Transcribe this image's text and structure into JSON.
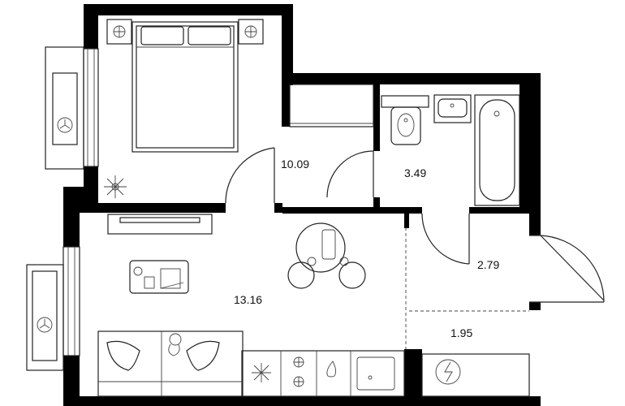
{
  "plan": {
    "rooms": [
      {
        "id": "bedroom",
        "area": "10.09"
      },
      {
        "id": "bathroom",
        "area": "3.49"
      },
      {
        "id": "hallway",
        "area": "2.79"
      },
      {
        "id": "living-kitchen",
        "area": "13.16"
      },
      {
        "id": "storage",
        "area": "1.95"
      }
    ],
    "colors": {
      "wall": "#000000",
      "line": "#222222",
      "background": "#ffffff"
    }
  }
}
